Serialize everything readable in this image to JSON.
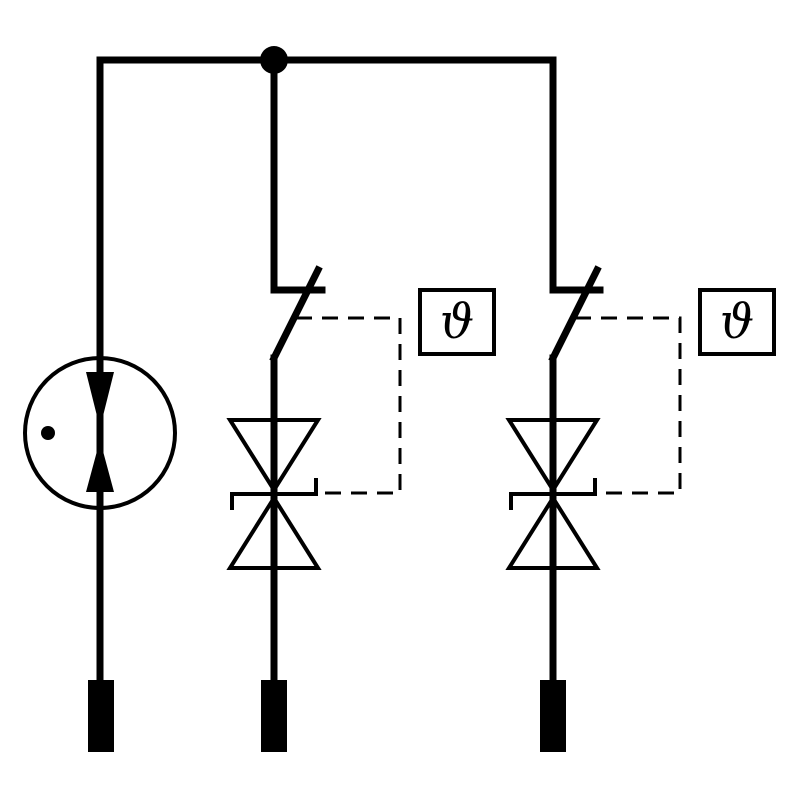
{
  "diagram": {
    "description_free": true,
    "components": {
      "source": {
        "icon": "current-source-icon"
      },
      "branches": [
        {
          "sensor_label": "ϑ",
          "sensor_icon": "thermal-sensor-icon"
        },
        {
          "sensor_label": "ϑ",
          "sensor_icon": "thermal-sensor-icon"
        }
      ],
      "terminals": [
        "terminal-left",
        "terminal-middle",
        "terminal-right"
      ]
    },
    "colors": {
      "line": "#000000",
      "background": "#ffffff"
    }
  }
}
